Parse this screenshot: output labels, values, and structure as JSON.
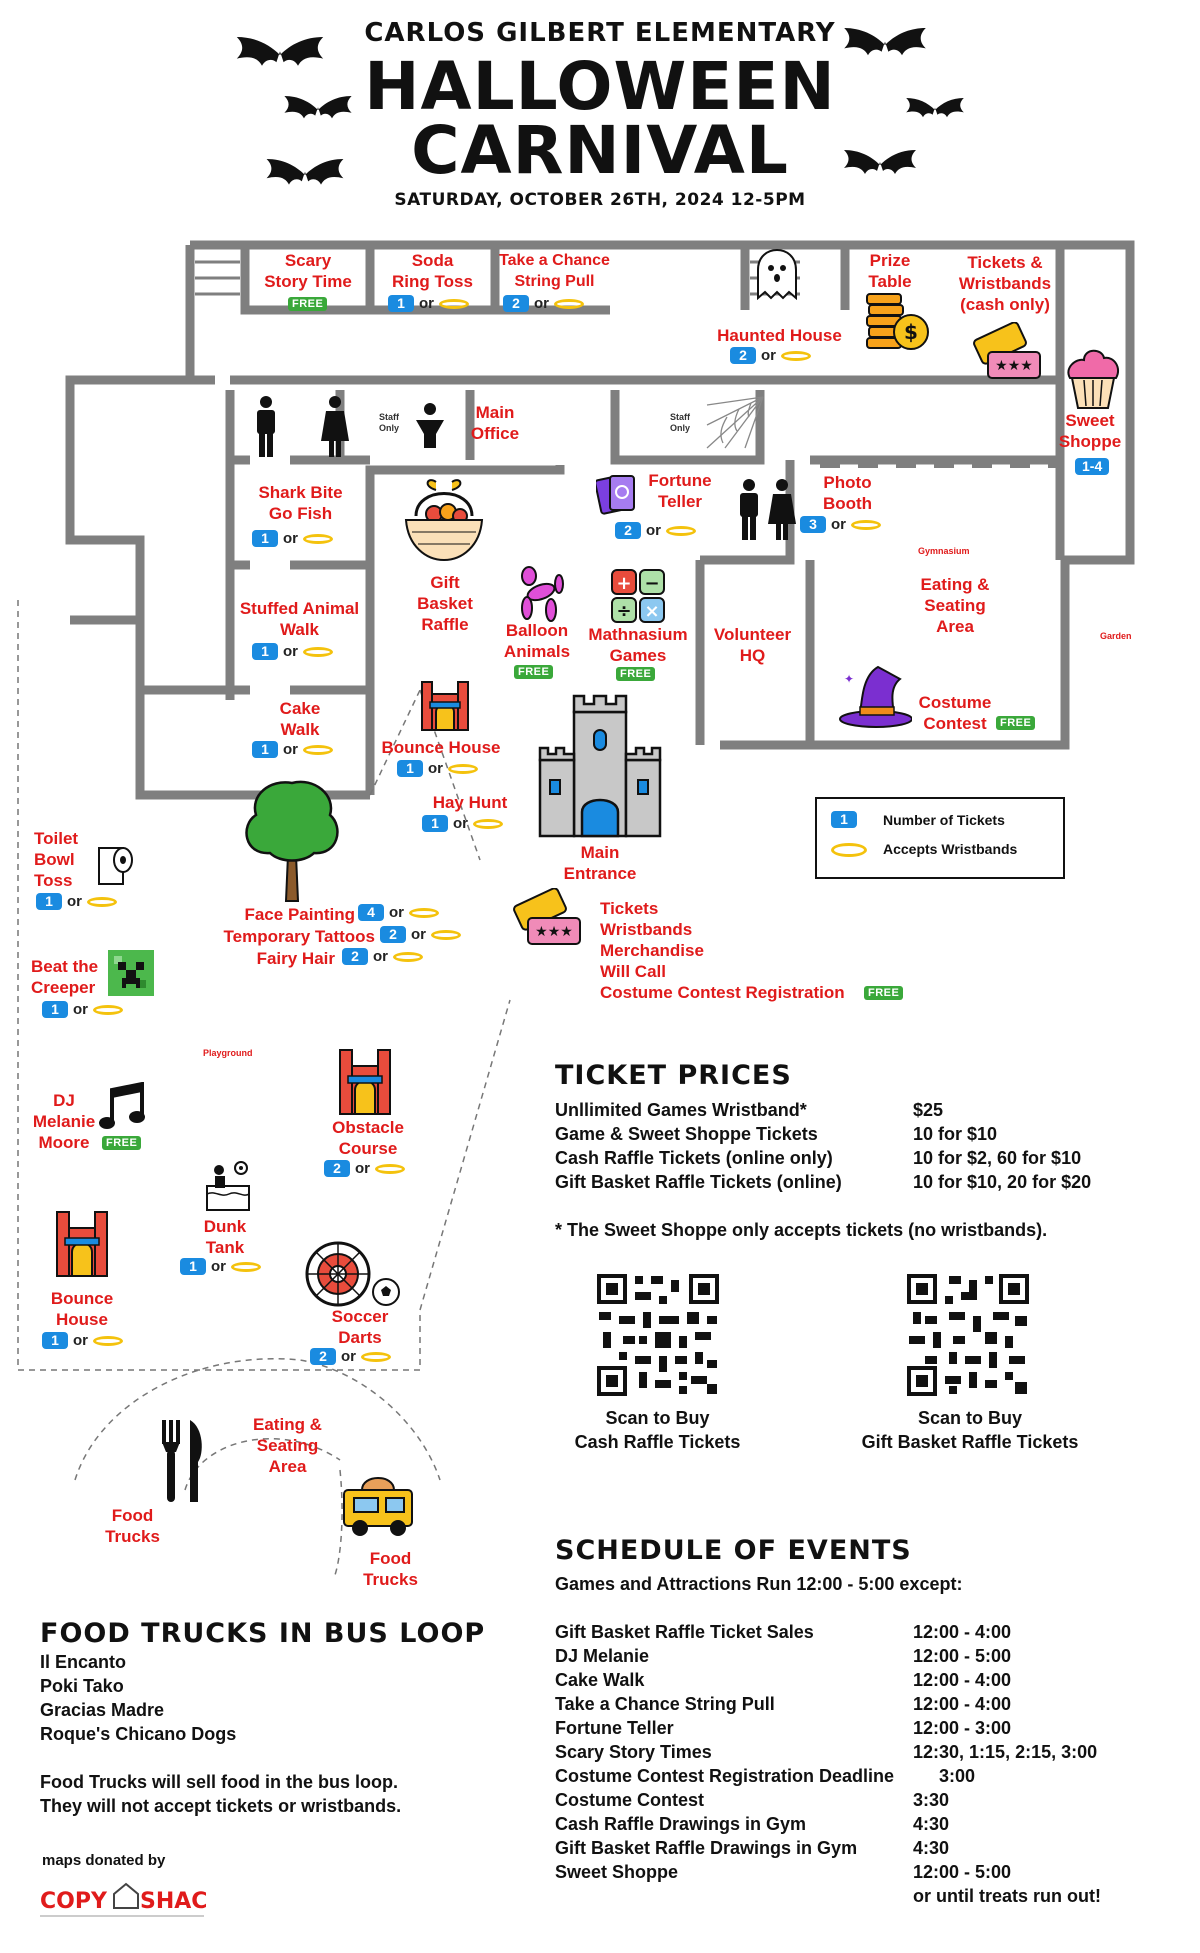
{
  "header": {
    "school": "CARLOS GILBERT ELEMENTARY",
    "title_line1": "HALLOWEEN",
    "title_line2": "CARNIVAL",
    "date": "SATURDAY, OCTOBER 26TH, 2024  12-5PM"
  },
  "map": {
    "free_badge": "FREE",
    "or_text": "or",
    "stations": {
      "scary_story": {
        "label": [
          "Scary",
          "Story Time"
        ]
      },
      "soda_ring": {
        "label": [
          "Soda",
          "Ring Toss"
        ],
        "tickets": "1"
      },
      "take_chance": {
        "label": [
          "Take a Chance",
          "String Pull"
        ],
        "tickets": "2"
      },
      "haunted_house": {
        "label": [
          "Haunted House"
        ],
        "tickets": "2"
      },
      "prize_table": {
        "label": [
          "Prize",
          "Table"
        ]
      },
      "tickets_wristbands_booth": {
        "label": [
          "Tickets &",
          "Wristbands",
          "(cash only)"
        ]
      },
      "sweet_shoppe": {
        "label": [
          "Sweet",
          "Shoppe"
        ],
        "tickets": "1-4"
      },
      "staff_only_1": {
        "label": [
          "Staff",
          "Only"
        ]
      },
      "main_office": {
        "label": [
          "Main",
          "Office"
        ]
      },
      "staff_only_2": {
        "label": [
          "Staff",
          "Only"
        ]
      },
      "fortune_teller": {
        "label": [
          "Fortune",
          "Teller"
        ],
        "tickets": "2"
      },
      "photo_booth": {
        "label": [
          "Photo",
          "Booth"
        ],
        "tickets": "3"
      },
      "gymnasium": {
        "label": [
          "Gymnasium"
        ]
      },
      "shark_bite": {
        "label": [
          "Shark Bite",
          "Go Fish"
        ],
        "tickets": "1"
      },
      "gift_basket": {
        "label": [
          "Gift",
          "Basket",
          "Raffle"
        ]
      },
      "stuffed_animal": {
        "label": [
          "Stuffed Animal",
          "Walk"
        ],
        "tickets": "1"
      },
      "balloon_animals": {
        "label": [
          "Balloon",
          "Animals"
        ]
      },
      "mathnasium": {
        "label": [
          "Mathnasium",
          "Games"
        ]
      },
      "volunteer_hq": {
        "label": [
          "Volunteer",
          "HQ"
        ]
      },
      "eating_gym": {
        "label": [
          "Eating &",
          "Seating",
          "Area"
        ]
      },
      "garden": {
        "label": [
          "Garden"
        ]
      },
      "cake_walk": {
        "label": [
          "Cake",
          "Walk"
        ],
        "tickets": "1"
      },
      "bounce_house_1": {
        "label": [
          "Bounce House"
        ],
        "tickets": "1"
      },
      "costume_contest": {
        "label": [
          "Costume",
          "Contest"
        ]
      },
      "hay_hunt": {
        "label": [
          "Hay Hunt"
        ],
        "tickets": "1"
      },
      "main_entrance": {
        "label": [
          "Main",
          "Entrance"
        ]
      },
      "toilet_bowl": {
        "label": [
          "Toilet",
          "Bowl",
          "Toss"
        ],
        "tickets": "1"
      },
      "face_painting": {
        "label": [
          "Face Painting"
        ],
        "tickets": "4"
      },
      "temporary_tattoos": {
        "label": [
          "Temporary Tattoos"
        ],
        "tickets": "2"
      },
      "fairy_hair": {
        "label": [
          "Fairy Hair"
        ],
        "tickets": "2"
      },
      "entrance_booth": {
        "label": [
          "Tickets",
          "Wristbands",
          "Merchandise",
          "Will Call",
          "Costume Contest Registration"
        ]
      },
      "beat_creeper": {
        "label": [
          "Beat the",
          "Creeper"
        ],
        "tickets": "1"
      },
      "playground": {
        "label": [
          "Playground"
        ]
      },
      "dj": {
        "label": [
          "DJ",
          "Melanie",
          "Moore"
        ]
      },
      "obstacle_course": {
        "label": [
          "Obstacle",
          "Course"
        ],
        "tickets": "2"
      },
      "dunk_tank": {
        "label": [
          "Dunk",
          "Tank"
        ],
        "tickets": "1"
      },
      "bounce_house_2": {
        "label": [
          "Bounce",
          "House"
        ],
        "tickets": "1"
      },
      "soccer_darts": {
        "label": [
          "Soccer",
          "Darts"
        ],
        "tickets": "2"
      },
      "eating_outside": {
        "label": [
          "Eating &",
          "Seating",
          "Area"
        ]
      },
      "food_trucks_1": {
        "label": [
          "Food",
          "Trucks"
        ]
      },
      "food_trucks_2": {
        "label": [
          "Food",
          "Trucks"
        ]
      }
    },
    "legend": {
      "tickets_badge": "1",
      "tickets_label": "Number of Tickets",
      "wristbands_label": "Accepts Wristbands"
    },
    "colors": {
      "label_red": "#e01b1b",
      "ticket_blue": "#1a8be0",
      "ring_gold": "#f4c20d",
      "free_green": "#3aa83a"
    }
  },
  "ticket_prices": {
    "title": "TICKET PRICES",
    "rows": [
      {
        "item": "Unllimited Games Wristband*",
        "price": "$25"
      },
      {
        "item": "Game & Sweet Shoppe Tickets",
        "price": "10 for $10"
      },
      {
        "item": "Cash Raffle Tickets (online only)",
        "price": "10 for $2, 60 for $10"
      },
      {
        "item": "Gift Basket Raffle Tickets (online)",
        "price": "10 for $10, 20 for $20"
      }
    ],
    "note": "* The Sweet Shoppe only accepts tickets (no wristbands).",
    "qr": [
      {
        "label": [
          "Scan to Buy",
          "Cash Raffle Tickets"
        ]
      },
      {
        "label": [
          "Scan to Buy",
          "Gift Basket Raffle Tickets"
        ]
      }
    ]
  },
  "schedule": {
    "title": "SCHEDULE OF EVENTS",
    "subtitle": "Games and Attractions Run 12:00 - 5:00 except:",
    "rows": [
      {
        "event": "Gift Basket Raffle Ticket Sales",
        "time": "12:00 - 4:00"
      },
      {
        "event": "DJ Melanie",
        "time": "12:00 - 5:00"
      },
      {
        "event": "Cake Walk",
        "time": "12:00 - 4:00"
      },
      {
        "event": "Take a Chance String Pull",
        "time": "12:00 - 4:00"
      },
      {
        "event": "Fortune Teller",
        "time": "12:00 - 3:00"
      },
      {
        "event": "Scary Story Times",
        "time": "12:30, 1:15, 2:15, 3:00"
      },
      {
        "event": "Costume Contest Registration Deadline",
        "time": "3:00"
      },
      {
        "event": "Costume Contest",
        "time": "3:30"
      },
      {
        "event": "Cash Raffle Drawings in Gym",
        "time": "4:30"
      },
      {
        "event": "Gift Basket Raffle Drawings in Gym",
        "time": "4:30"
      },
      {
        "event": "Sweet Shoppe",
        "time": "12:00 - 5:00"
      },
      {
        "event": "",
        "time": "or until treats run out!"
      }
    ]
  },
  "food_trucks": {
    "title": "FOOD TRUCKS IN BUS LOOP",
    "trucks": [
      "Il Encanto",
      "Poki Tako",
      "Gracias Madre",
      "Roque's Chicano Dogs"
    ],
    "note": [
      "Food Trucks will sell food in the bus loop.",
      "They will not accept tickets or wristbands."
    ]
  },
  "footer": {
    "donated": "maps donated by",
    "logo_text": "COPY SHACK"
  }
}
